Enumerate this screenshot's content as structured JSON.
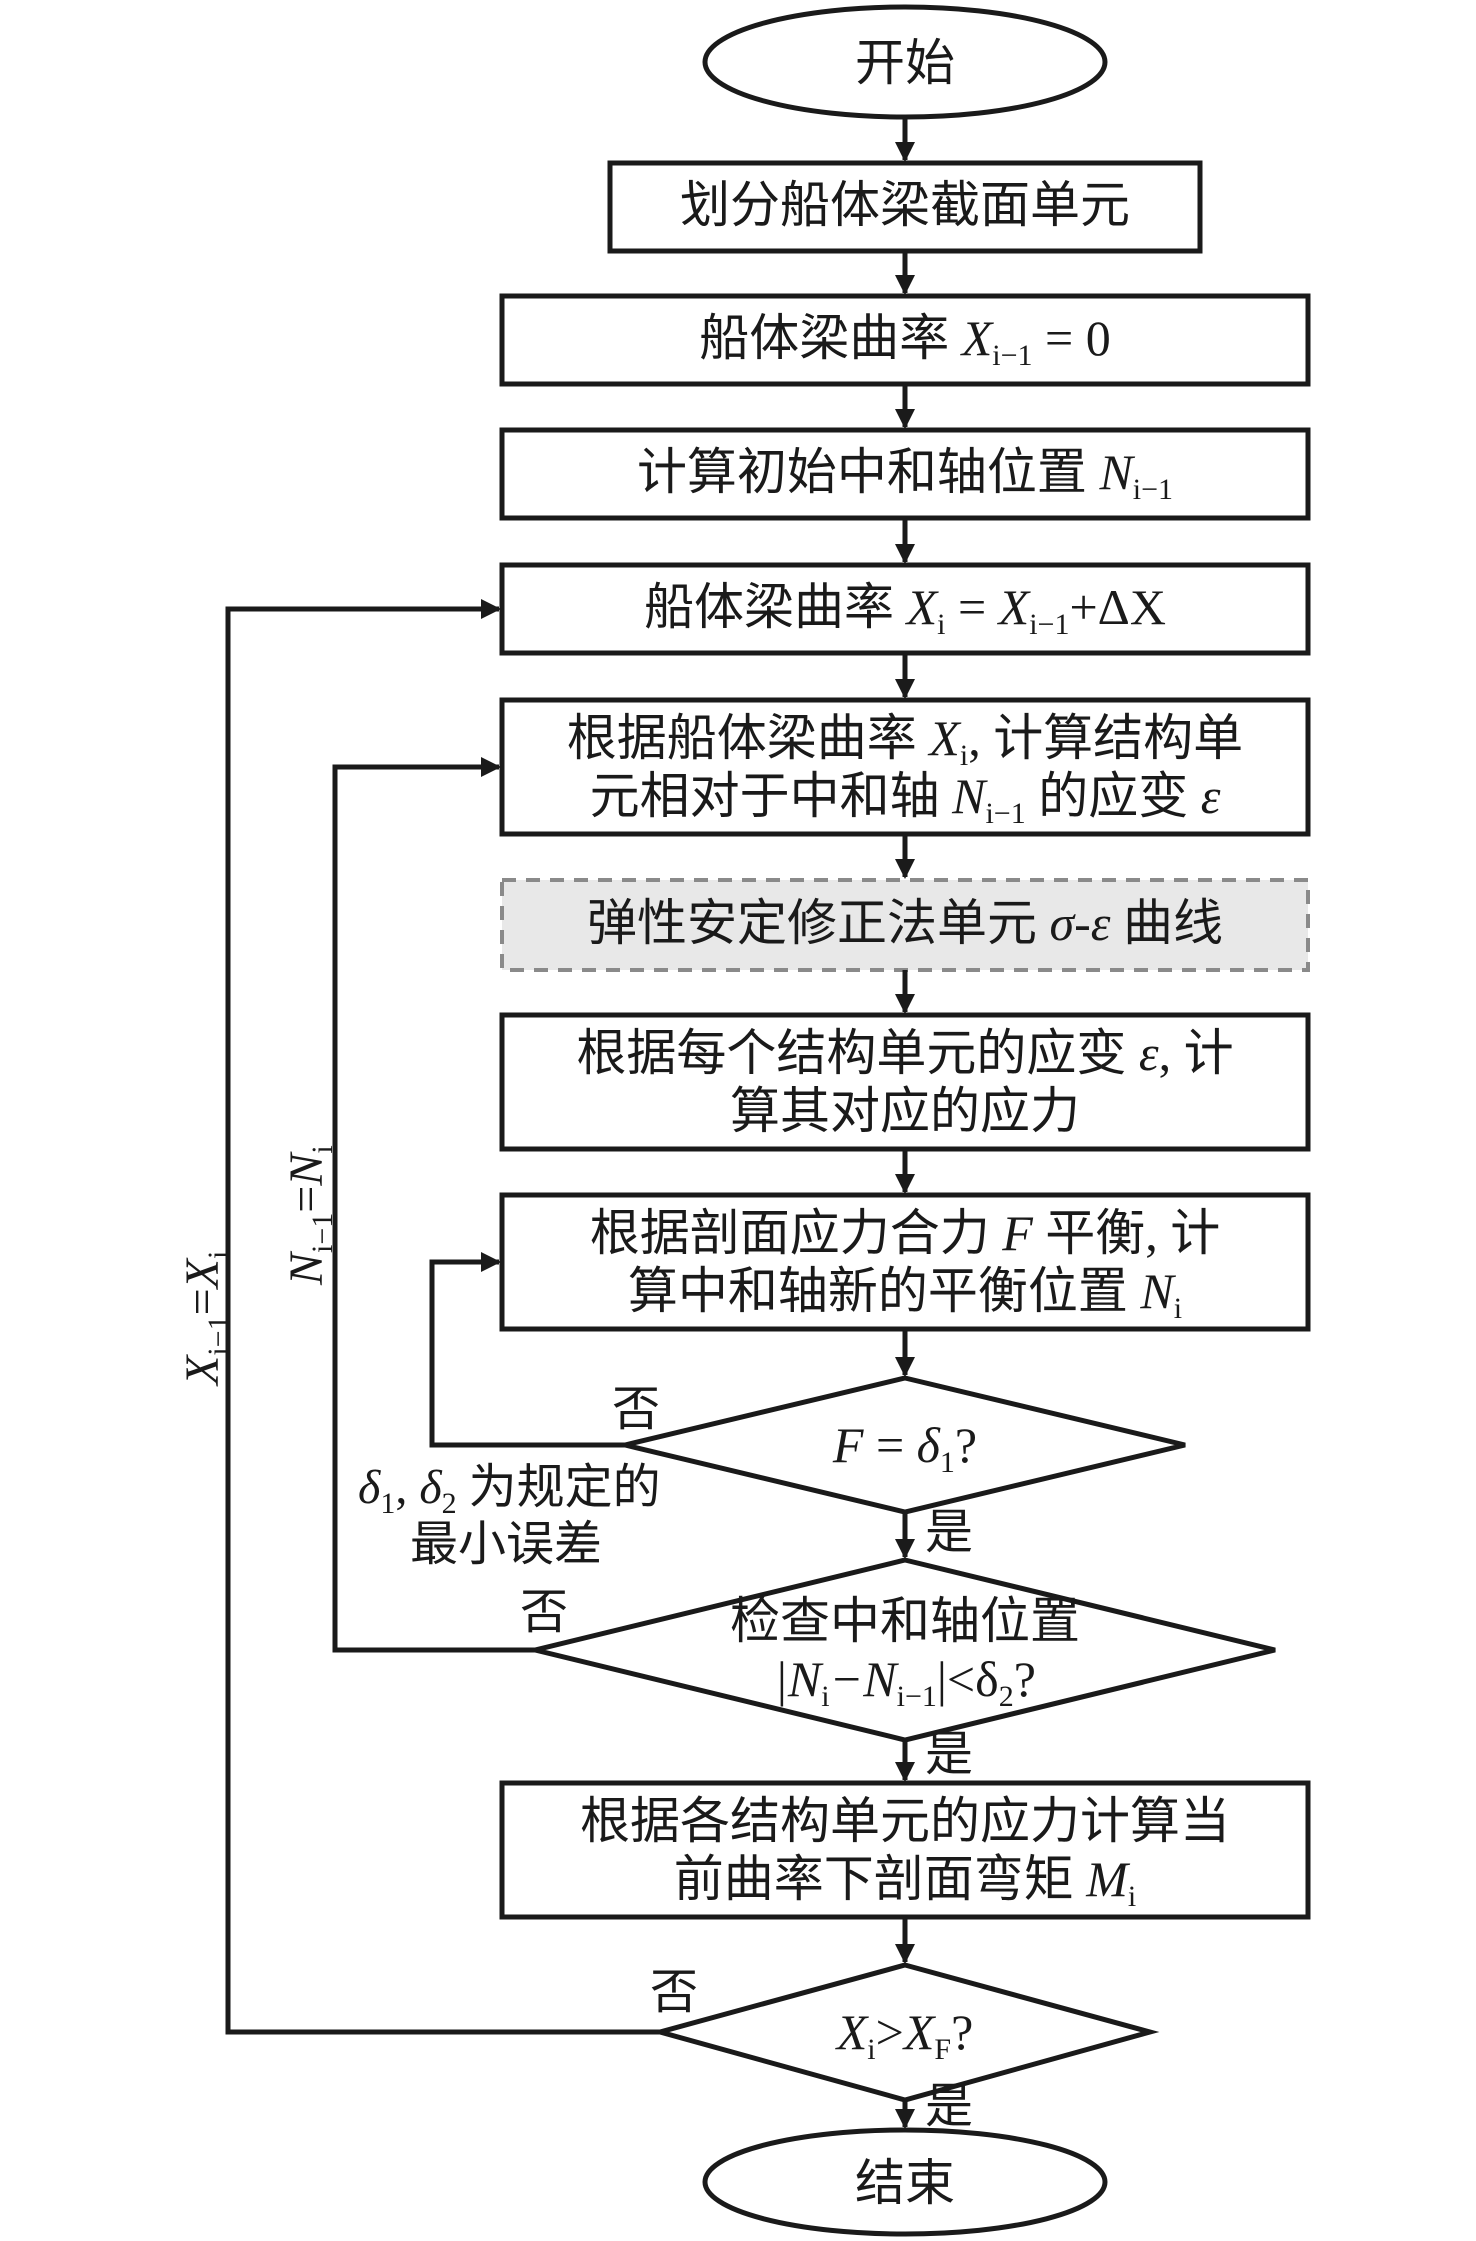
{
  "nodes": {
    "start": "开始",
    "step1": "划分船体梁截面单元",
    "step2": {
      "text": "船体梁曲率 ",
      "formula": "X",
      "sub": "i−1",
      "tail": " = 0"
    },
    "step3": {
      "text": "计算初始中和轴位置 ",
      "formula": "N",
      "sub": "i−1"
    },
    "step4": {
      "text": "船体梁曲率 ",
      "f1": "X",
      "s1": "i",
      "eq": " = ",
      "f2": "X",
      "s2": "i−1",
      "tail": "+ΔX"
    },
    "step5": {
      "line1_a": "根据船体梁曲率 ",
      "line1_f": "X",
      "line1_s": "i",
      "line1_b": ", 计算结构单",
      "line2_a": "元相对于中和轴 ",
      "line2_f": "N",
      "line2_s": "i−1",
      "line2_b": " 的应变 ",
      "line2_eps": "ε"
    },
    "step6": {
      "text_a": "弹性安定修正法单元 ",
      "formula": "σ-ε",
      "text_b": " 曲线"
    },
    "step7": {
      "line1_a": "根据每个结构单元的应变 ",
      "line1_eps": "ε",
      "line1_b": ", 计",
      "line2": "算其对应的应力"
    },
    "step8": {
      "line1_a": "根据剖面应力合力 ",
      "line1_f": "F",
      "line1_b": " 平衡, 计",
      "line2_a": "算中和轴新的平衡位置 ",
      "line2_f": "N",
      "line2_s": "i"
    },
    "decision1": {
      "f": "F",
      "eq": " = ",
      "d": "δ",
      "s": "1",
      "q": "?"
    },
    "decision2": {
      "line1": "检查中和轴位置",
      "formula": "|N",
      "s1": "i",
      "mid": "−N",
      "s2": "i−1",
      "tail": "|<δ",
      "s3": "2",
      "q": "?"
    },
    "step9": {
      "line1": "根据各结构单元的应力计算当",
      "line2_a": "前曲率下剖面弯矩 ",
      "line2_f": "M",
      "line2_s": "i"
    },
    "decision3": {
      "f1": "X",
      "s1": "i",
      "gt": ">",
      "f2": "X",
      "s2": "F",
      "q": "?"
    },
    "end": "结束"
  },
  "labels": {
    "no": "否",
    "yes": "是",
    "note_line1": {
      "d1": "δ",
      "s1": "1",
      "comma": ", ",
      "d2": "δ",
      "s2": "2",
      "text": " 为规定的"
    },
    "note_line2": "最小误差",
    "loop_x": {
      "f1": "X",
      "s1": "i−1",
      "eq": "=",
      "f2": "X",
      "s2": "i"
    },
    "loop_n": {
      "f1": "N",
      "s1": "i−1",
      "eq": "=",
      "f2": "N",
      "s2": "i"
    }
  },
  "colors": {
    "ink": "#1a1a1a",
    "dashed_fill": "#e8e8e8",
    "dashed_stroke": "#8a8a8a"
  }
}
